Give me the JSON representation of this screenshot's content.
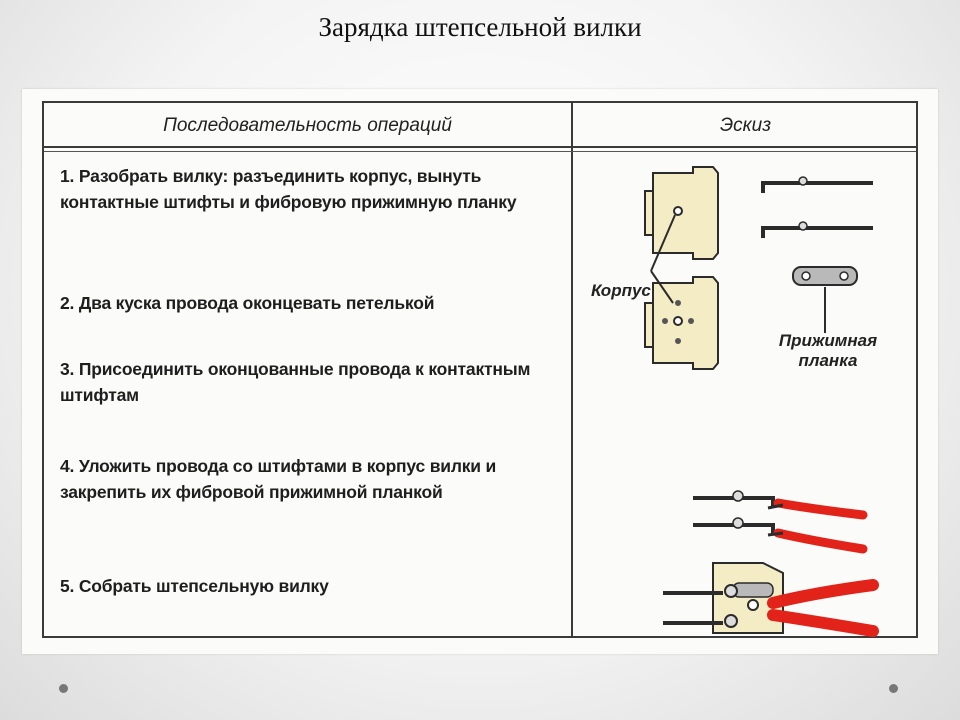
{
  "title": "Зарядка штепсельной вилки",
  "table": {
    "header_operations": "Последовательность операций",
    "header_sketch": "Эскиз",
    "steps": [
      "1. Разобрать вилку: разъединить корпус, вынуть контактные штифты и фибровую прижимную планку",
      "2. Два куска провода оконцевать петелькой",
      "3. Присоединить оконцованные провода к контактным штифтам",
      "4. Уложить провода со штифтами в корпус вилки и закрепить их фибровой прижимной планкой",
      "5. Собрать штепсельную вилку"
    ]
  },
  "sketch": {
    "label_body": "Корпус",
    "label_plate": "Прижимная планка"
  },
  "colors": {
    "wire": "#e2231a",
    "body": "#f3ecc4",
    "outline": "#2b2b2b"
  }
}
